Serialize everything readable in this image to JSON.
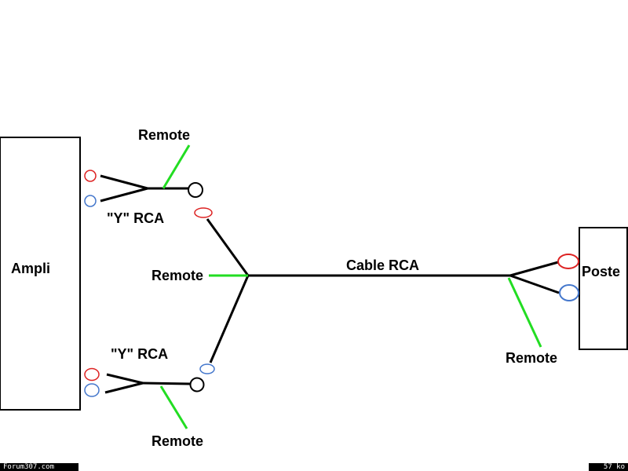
{
  "labels": {
    "ampli": "Ampli",
    "poste": "Poste",
    "cable": "Cable RCA",
    "y_rca_top": "\"Y\" RCA",
    "y_rca_bottom": "\"Y\" RCA",
    "remote_top": "Remote",
    "remote_middle": "Remote",
    "remote_bottom": "Remote",
    "remote_right": "Remote"
  },
  "footer": {
    "site": "Forum307.com",
    "size": "57 ko"
  },
  "colors": {
    "left_channel": "#dd2222",
    "right_channel": "#4477cc",
    "remote_wire": "#22dd22",
    "wire": "#000000"
  }
}
